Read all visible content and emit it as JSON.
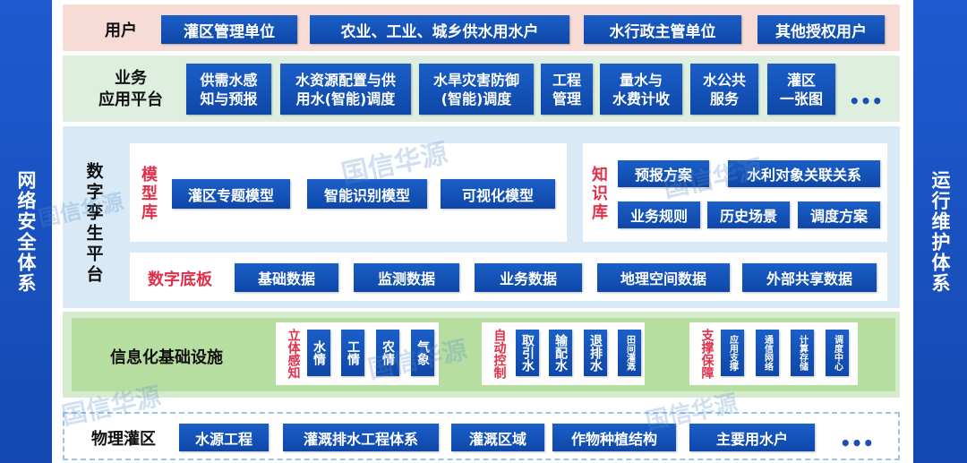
{
  "left_side": "网络安全体系",
  "right_side": "运行维护体系",
  "users": {
    "label": "用户",
    "items": [
      "灌区管理单位",
      "农业、工业、城乡供水用水户",
      "水行政主管单位",
      "其他授权用户"
    ]
  },
  "apps": {
    "label": "业务\n应用平台",
    "items": [
      "供需水感\n知与预报",
      "水资源配置与供\n用水(智能)调度",
      "水旱灾害防御\n(智能)调度",
      "工程\n管理",
      "量水与\n水费计收",
      "水公共\n服务",
      "灌区\n一张图"
    ],
    "more": "•••"
  },
  "twin": {
    "label": "数字孪生平台",
    "model_label": "模型库",
    "models": [
      "灌区专题模型",
      "智能识别模型",
      "可视化模型"
    ],
    "knowledge_label": "知识库",
    "knowledge": [
      "预报方案",
      "水利对象关联关系",
      "业务规则",
      "历史场景",
      "调度方案"
    ],
    "base_label": "数字底板",
    "base": [
      "基础数据",
      "监测数据",
      "业务数据",
      "地理空间数据",
      "外部共享数据"
    ]
  },
  "infra": {
    "label": "信息化基础设施",
    "sense_label": "立体感知",
    "sense": [
      "水情",
      "工情",
      "农情",
      "气象"
    ],
    "control_label": "自动控制",
    "control": [
      "取引水",
      "输配水",
      "退排水",
      "田间灌溉"
    ],
    "support_label": "支撑保障",
    "support": [
      "应用支撑",
      "通信网络",
      "计算存储",
      "调度中心"
    ]
  },
  "physical": {
    "label": "物理灌区",
    "items": [
      "水源工程",
      "灌溉排水工程体系",
      "灌溉区域",
      "作物种植结构",
      "主要用水户"
    ],
    "more": "•••"
  },
  "watermark": "国信华源"
}
